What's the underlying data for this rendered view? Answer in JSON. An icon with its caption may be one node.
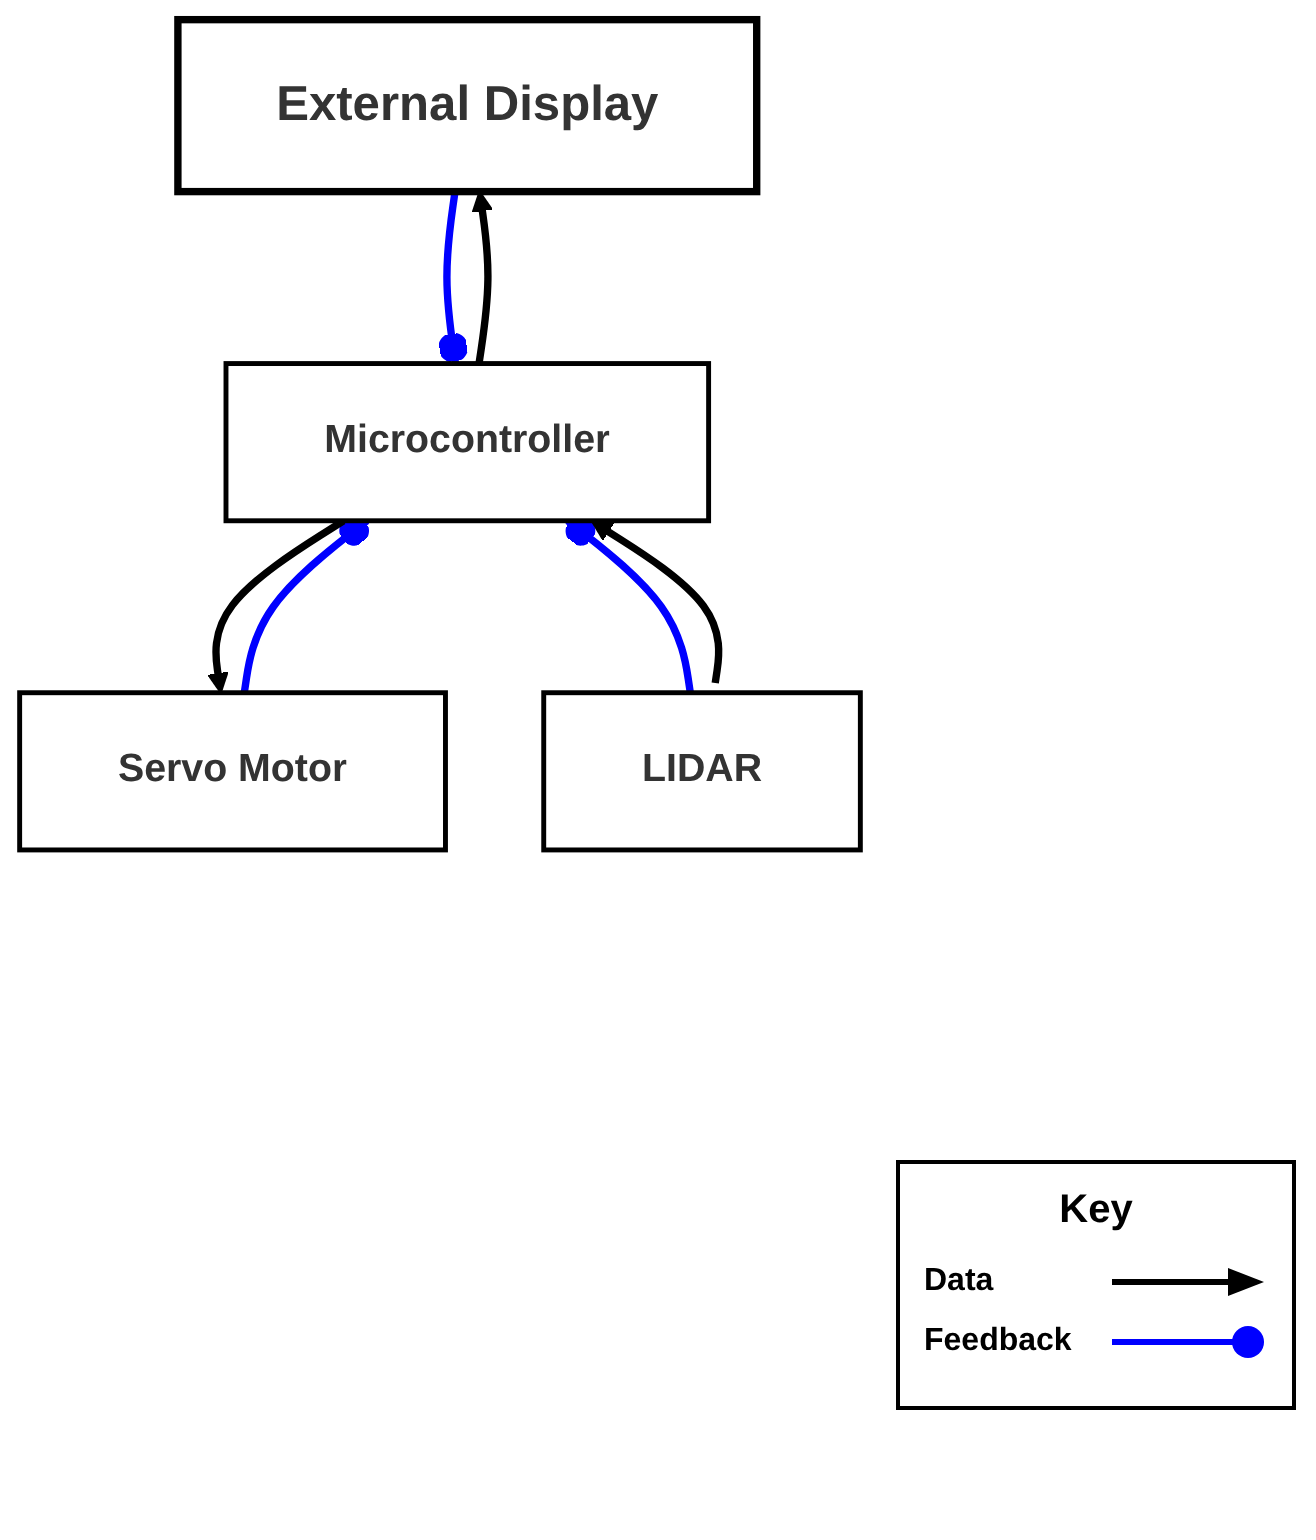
{
  "diagram": {
    "nodes": [
      {
        "text": [
          "External Display"
        ]
      },
      {
        "text": [
          "Microcontroller"
        ]
      },
      {
        "text": [
          "Servo Motor"
        ]
      },
      {
        "text": [
          "LIDAR"
        ]
      }
    ],
    "edges": [
      {
        "from": 0,
        "to": 1,
        "arrow": "other",
        "color": "#0000ff"
      },
      {
        "from": 1,
        "to": 0,
        "arrow": "to",
        "color": "#000000"
      },
      {
        "from": 2,
        "to": 1,
        "arrow": "other",
        "color": "#0000ff"
      },
      {
        "from": 1,
        "to": 2,
        "arrow": "to",
        "color": "#000000"
      },
      {
        "from": 3,
        "to": 1,
        "arrow": "other",
        "color": "#0000ff"
      },
      {
        "from": 3,
        "to": 1,
        "arrow": "to",
        "color": "#000000"
      }
    ],
    "labels": [
      "Key"
    ],
    "legend": [
      {
        "text": "Data"
      },
      {
        "text": "Feedback"
      }
    ]
  }
}
